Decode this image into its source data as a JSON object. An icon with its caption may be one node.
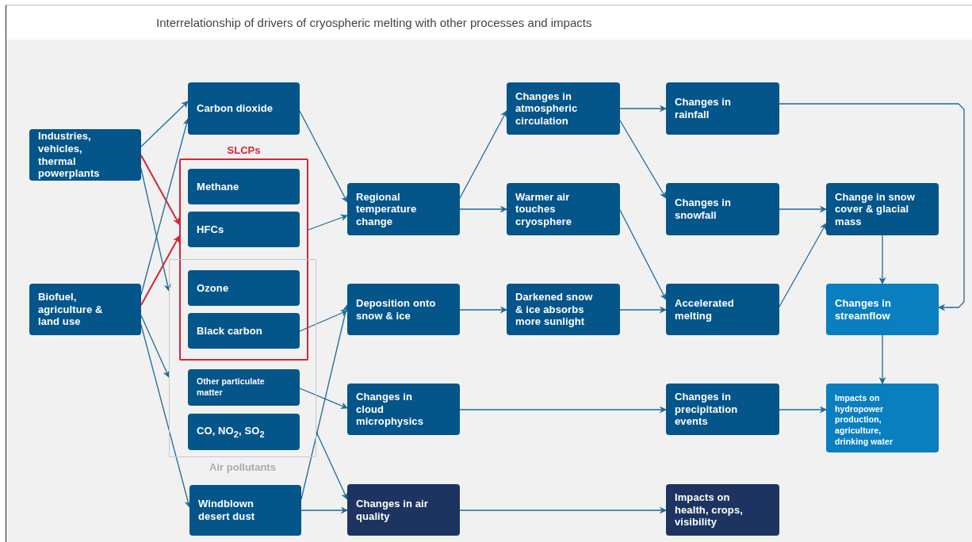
{
  "diagram": {
    "title": "Interrelationship of drivers of cryospheric melting with other processes and impacts",
    "nodes": [
      {
        "text": [
          "Industries, vehicles, thermal powerplants"
        ]
      },
      {
        "text": [
          "Biofuel, agriculture & land use"
        ]
      },
      {
        "text": [
          "Carbon dioxide"
        ]
      },
      {
        "text": [
          "SLCPs"
        ]
      },
      {
        "text": [
          "Methane"
        ],
        "in": 3
      },
      {
        "text": [
          "HFCs"
        ],
        "in": 3
      },
      {
        "text": [
          "Air pollutants"
        ]
      },
      {
        "text": [
          "Ozone"
        ]
      },
      {
        "text": [
          "Black carbon"
        ]
      },
      {
        "text": [
          "Other particulate matter"
        ],
        "in": 6
      },
      {
        "text": [
          "CO, NO$_{2}$, SO$_{2}$"
        ],
        "in": 6
      },
      {
        "text": [
          "Windblown desert dust"
        ]
      },
      {
        "text": [
          "Regional temperature change"
        ]
      },
      {
        "text": [
          "Deposition onto snow & ice"
        ]
      },
      {
        "text": [
          "Changes in cloud microphysics"
        ]
      },
      {
        "text": [
          "Changes in air quality"
        ]
      },
      {
        "text": [
          "Changes in atmospheric circulation"
        ]
      },
      {
        "text": [
          "Warmer air touches cryosphere"
        ]
      },
      {
        "text": [
          "Darkened snow & ice absorbs more sunlight"
        ]
      },
      {
        "text": [
          "Changes in rainfall"
        ]
      },
      {
        "text": [
          "Changes in snowfall"
        ]
      },
      {
        "text": [
          "Accelerated melting"
        ]
      },
      {
        "text": [
          "Changes in precipitation events"
        ]
      },
      {
        "text": [
          "Impacts on health, crops, visibility"
        ]
      },
      {
        "text": [
          "Change in snow cover & glacial mass"
        ]
      },
      {
        "text": [
          "Changes in streamflow"
        ]
      },
      {
        "text": [
          "Impacts on hydropower production, agriculture, drinking water"
        ]
      }
    ],
    "edges": [
      {
        "from": 0,
        "to": 2,
        "arrow": "to"
      },
      {
        "from": 0,
        "to": 3,
        "arrow": "to",
        "color": "#d0273b"
      },
      {
        "from": 0,
        "to": 6,
        "arrow": "to"
      },
      {
        "from": 1,
        "to": 2,
        "arrow": "to"
      },
      {
        "from": 1,
        "to": 3,
        "arrow": "to",
        "color": "#d0273b"
      },
      {
        "from": 1,
        "to": 6,
        "arrow": "to"
      },
      {
        "from": 1,
        "to": 11,
        "arrow": "to"
      },
      {
        "from": 2,
        "to": 12,
        "arrow": "to"
      },
      {
        "from": 3,
        "to": 12,
        "arrow": "to"
      },
      {
        "from": 8,
        "to": 13,
        "arrow": "to"
      },
      {
        "from": 11,
        "to": 13,
        "arrow": "to"
      },
      {
        "from": 9,
        "to": 14,
        "arrow": "to"
      },
      {
        "from": 6,
        "to": 15,
        "arrow": "to"
      },
      {
        "from": 11,
        "to": 15,
        "arrow": "to"
      },
      {
        "from": 12,
        "to": 16,
        "arrow": "to"
      },
      {
        "from": 12,
        "to": 17,
        "arrow": "to"
      },
      {
        "from": 13,
        "to": 18,
        "arrow": "to"
      },
      {
        "from": 14,
        "to": 22,
        "arrow": "to"
      },
      {
        "from": 15,
        "to": 23,
        "arrow": "to"
      },
      {
        "from": 16,
        "to": 19,
        "arrow": "to"
      },
      {
        "from": 16,
        "to": 20,
        "arrow": "to"
      },
      {
        "from": 17,
        "to": 21,
        "arrow": "to"
      },
      {
        "from": 18,
        "to": 21,
        "arrow": "to"
      },
      {
        "from": 20,
        "to": 24,
        "arrow": "to"
      },
      {
        "from": 21,
        "to": 24,
        "arrow": "to"
      },
      {
        "from": 19,
        "to": 25,
        "arrow": "to"
      },
      {
        "from": 24,
        "to": 25,
        "arrow": "to"
      },
      {
        "from": 25,
        "to": 26,
        "arrow": "to"
      },
      {
        "from": 22,
        "to": 26,
        "arrow": "to"
      }
    ]
  }
}
